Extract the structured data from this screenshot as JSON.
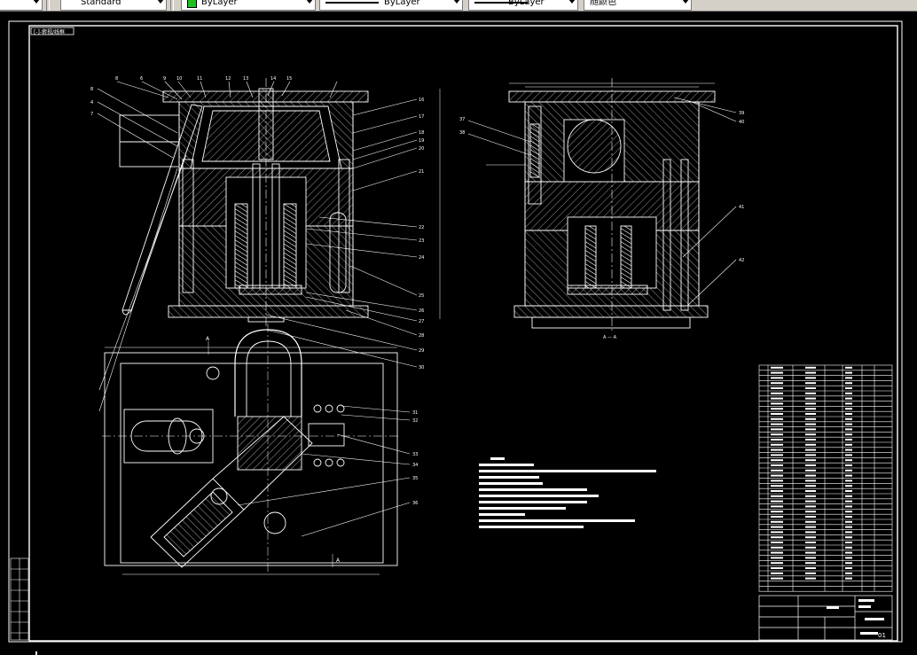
{
  "toolbar": {
    "textstyle_value": "Standard",
    "color_value": "ByLayer",
    "linetype_value": "ByLayer",
    "lineweight_value": "ByLayer",
    "plotstyle_value": "随颜色"
  },
  "drawing": {
    "corner_tag": "[-]-俯视/线框",
    "section_label": "A — A",
    "section_mark": "A",
    "leader_numbers_left": [
      "8",
      "4",
      "7",
      "8",
      "6",
      "9",
      "10",
      "11",
      "12",
      "13",
      "14",
      "15"
    ],
    "leader_numbers_right": [
      "16",
      "17",
      "18",
      "19",
      "20",
      "21",
      "22",
      "23",
      "24",
      "25",
      "26",
      "27",
      "28",
      "29",
      "30"
    ],
    "leader_numbers_plan": [
      "31",
      "32",
      "33",
      "34",
      "35",
      "36"
    ],
    "leader_numbers_side": [
      "37",
      "38",
      "39",
      "40",
      "41",
      "42"
    ],
    "title_block_code": "01"
  },
  "colors": {
    "background": "#000000",
    "lines": "#ffffff",
    "toolbar": "#d4d0c8"
  }
}
